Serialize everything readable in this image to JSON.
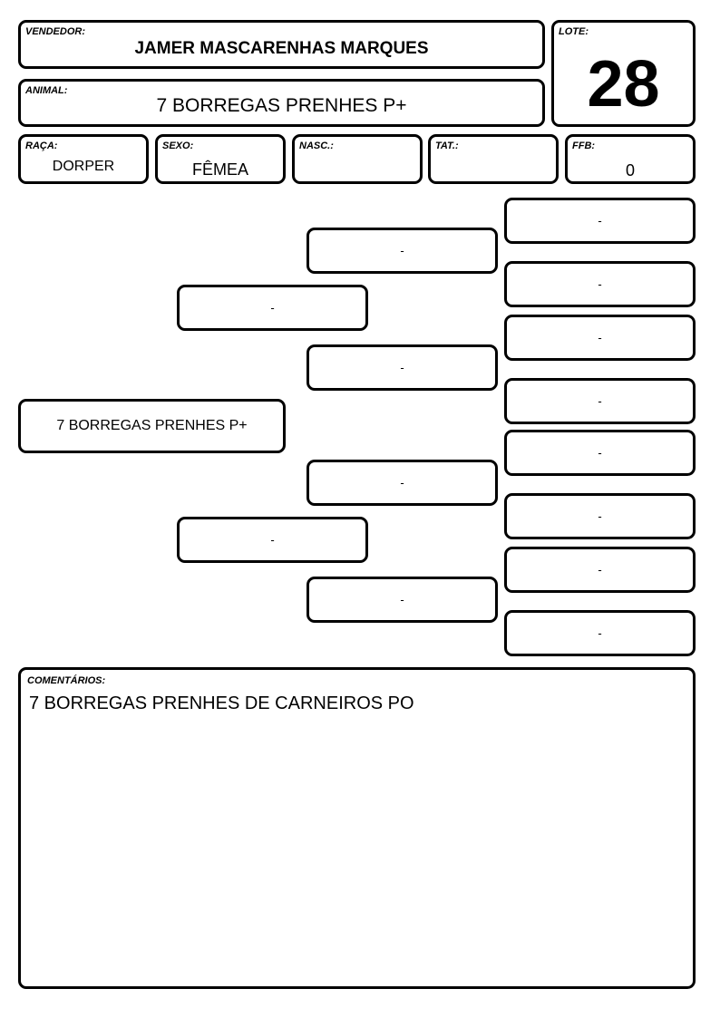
{
  "header": {
    "vendedor_label": "VENDEDOR:",
    "vendedor_value": "JAMER MASCARENHAS MARQUES",
    "lote_label": "LOTE:",
    "lote_value": "28",
    "animal_label": "ANIMAL:",
    "animal_value": "7 BORREGAS PRENHES P+"
  },
  "details": {
    "raca_label": "RAÇA:",
    "raca_value": "DORPER",
    "sexo_label": "SEXO:",
    "sexo_value": "FÊMEA",
    "nasc_label": "NASC.:",
    "nasc_value": "",
    "tat_label": "TAT.:",
    "tat_value": "",
    "ffb_label": "FFB:",
    "ffb_value": "0"
  },
  "pedigree": {
    "animal": "7 BORREGAS PRENHES P+",
    "sire": "-",
    "dam": "-",
    "sire_sire": "-",
    "sire_dam": "-",
    "dam_sire": "-",
    "dam_dam": "-",
    "gg": [
      "-",
      "-",
      "-",
      "-",
      "-",
      "-",
      "-",
      "-"
    ]
  },
  "comments": {
    "label": "COMENTÁRIOS:",
    "text": "7 BORREGAS PRENHES DE CARNEIROS PO"
  }
}
